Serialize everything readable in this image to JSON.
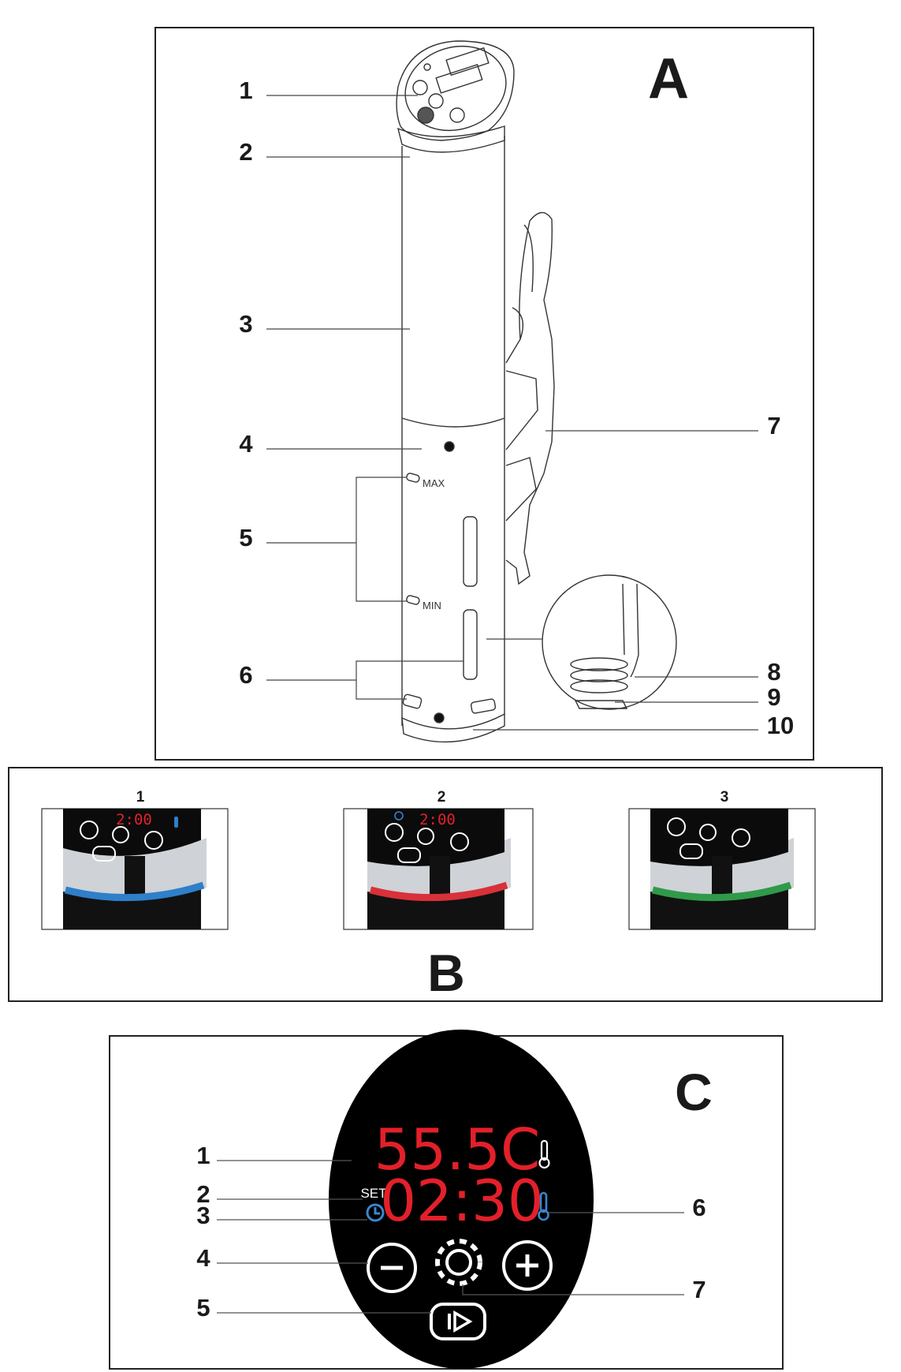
{
  "panelA": {
    "letter": "A",
    "callouts": [
      "1",
      "2",
      "3",
      "4",
      "5",
      "6",
      "7",
      "8",
      "9",
      "10"
    ],
    "level_max": "MAX",
    "level_min": "MIN"
  },
  "panelB": {
    "letter": "B",
    "items": [
      {
        "label": "1",
        "display": "2:00",
        "ring_color": "#2f7fc9"
      },
      {
        "label": "2",
        "display": "2:00",
        "ring_color": "#d8313a"
      },
      {
        "label": "3",
        "display": "",
        "ring_color": "#2f9a4a"
      }
    ]
  },
  "panelC": {
    "letter": "C",
    "temperature": "55.5C",
    "set_label": "SET",
    "time": "02:30",
    "callouts": [
      "1",
      "2",
      "3",
      "4",
      "5",
      "6",
      "7"
    ],
    "colors": {
      "display_red": "#e3202a",
      "icon_blue": "#3a86d0",
      "panel_black": "#000000"
    }
  }
}
